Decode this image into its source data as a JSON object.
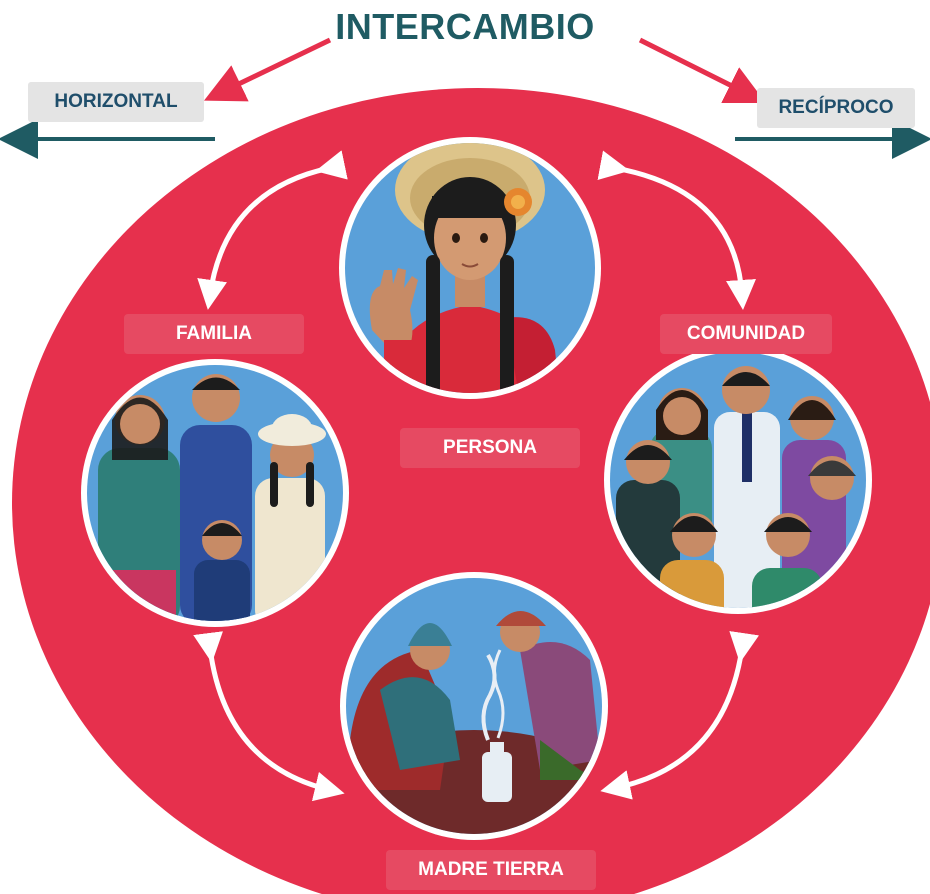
{
  "title": "INTERCAMBIO",
  "labels": {
    "horizontal": "HORIZONTAL",
    "reciproco": "RECÍPROCO",
    "familia": "FAMILIA",
    "comunidad": "COMUNIDAD",
    "persona": "PERSONA",
    "madre_tierra": "MADRE TIERRA"
  },
  "colors": {
    "red_ellipse": "#e6304d",
    "teal": "#1f5b63",
    "label_box": "#e64a62",
    "grey_tag": "#e4e4e4",
    "sky": "#5aa0d9"
  },
  "icons": [
    "woman-portrait-illustration",
    "family-illustration",
    "community-illustration",
    "offering-ritual-illustration"
  ]
}
